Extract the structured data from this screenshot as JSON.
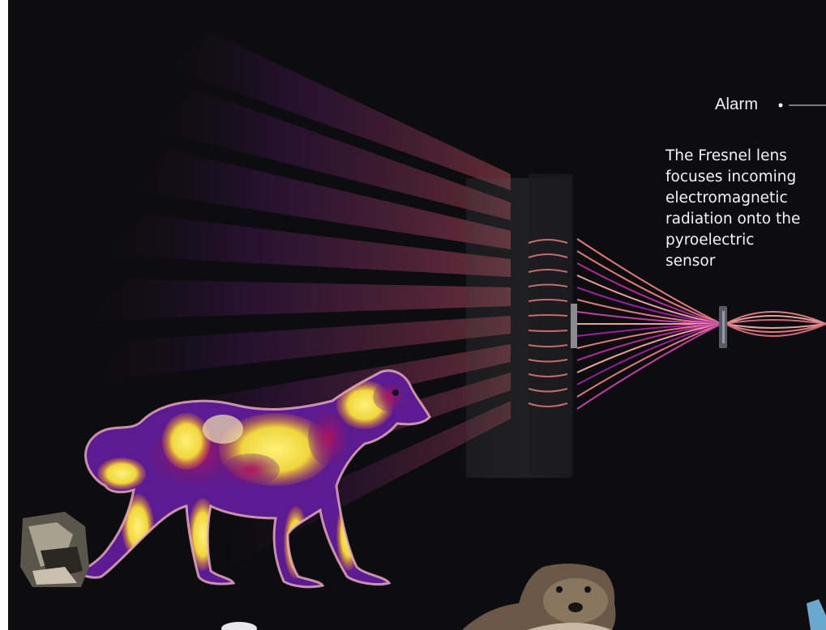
{
  "diagram": {
    "alarm_label": "Alarm",
    "caption_lines": [
      "The Fresnel lens",
      "focuses incoming",
      "electromagnetic",
      "radiation onto the",
      "pyroelectric",
      "sensor"
    ]
  },
  "colors": {
    "background": "#0d0d0f",
    "beam": "#7a1f8a",
    "beam_warm": "#d9606a",
    "heat_yellow": "#f2e04a",
    "heat_magenta": "#a3125c",
    "heat_purple": "#4a1a8c",
    "text": "#f4f4f4"
  },
  "icons": {
    "subject": "dog-thermal-icon",
    "lens": "fresnel-lens-icon",
    "sensor": "pyroelectric-sensor-icon",
    "bottom_left": "rock-photo-icon",
    "bottom_center": "otter-photo-icon"
  }
}
